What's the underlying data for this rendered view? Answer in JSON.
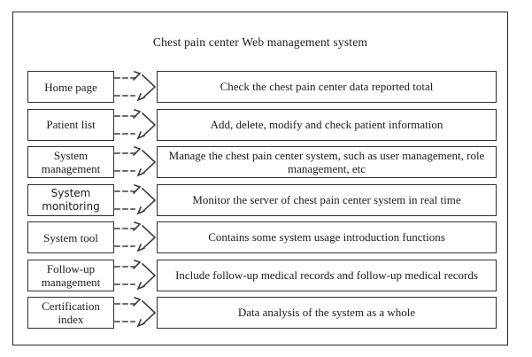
{
  "figure": {
    "title": "Chest pain center Web management system"
  },
  "diagram": {
    "rows": [
      {
        "label": "Home page",
        "description": "Check the chest pain center data reported total"
      },
      {
        "label": "Patient list",
        "description": "Add, delete, modify and check patient information"
      },
      {
        "label": "System management",
        "description": "Manage the chest pain center system, such as user management, role management, etc"
      },
      {
        "label": "System monitoring",
        "description": "Monitor the server of chest pain center system in real time",
        "label_style": "alt"
      },
      {
        "label": "System tool",
        "description": "Contains some system usage introduction functions"
      },
      {
        "label": "Follow-up management",
        "description": "Include follow-up medical records and follow-up medical records"
      },
      {
        "label": "Certification index",
        "description": "Data analysis of the system as a whole"
      }
    ],
    "connector_icon": "dashed-arrow-connector"
  },
  "colors": {
    "background": "#ffffff",
    "frame_border": "#2a2a2a",
    "box_border": "#2f2f2f",
    "text": "#1b1b1b",
    "connector": "#3c3c3c"
  }
}
